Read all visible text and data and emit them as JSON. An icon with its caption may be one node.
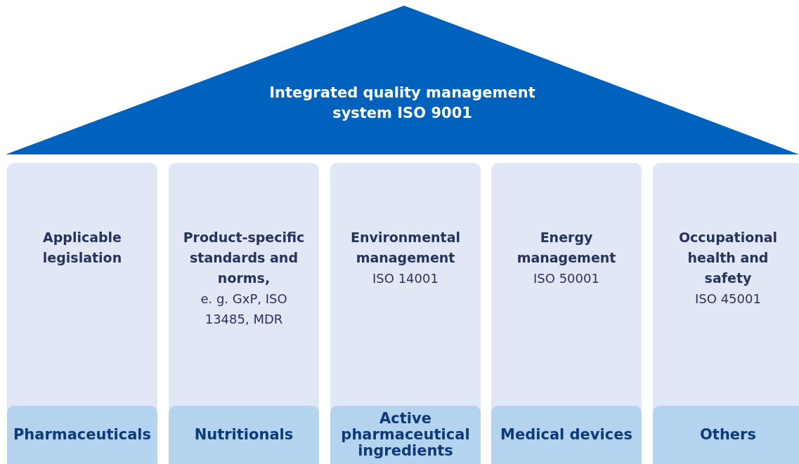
{
  "diagram": {
    "nodes": [
      {
        "text": [
          "Integrated quality management system ISO 9001"
        ]
      },
      {
        "text": [
          "Applicable legislation"
        ]
      },
      {
        "text": [
          "Pharmaceuticals"
        ],
        "in": 1
      },
      {
        "text": [
          "Product-specific standards and norms,",
          "e. g. GxP, ISO 13485, MDR"
        ]
      },
      {
        "text": [
          "Nutritionals"
        ],
        "in": 3
      },
      {
        "text": [
          "Environmental management",
          "ISO 14001"
        ]
      },
      {
        "text": [
          "Active pharmaceutical ingredients"
        ],
        "in": 5
      },
      {
        "text": [
          "Energy management",
          "ISO 50001"
        ]
      },
      {
        "text": [
          "Medical devices"
        ],
        "in": 7
      },
      {
        "text": [
          "Occupational health and safety",
          "ISO 45001"
        ]
      },
      {
        "text": [
          "Others"
        ],
        "in": 9
      }
    ],
    "edges": []
  }
}
